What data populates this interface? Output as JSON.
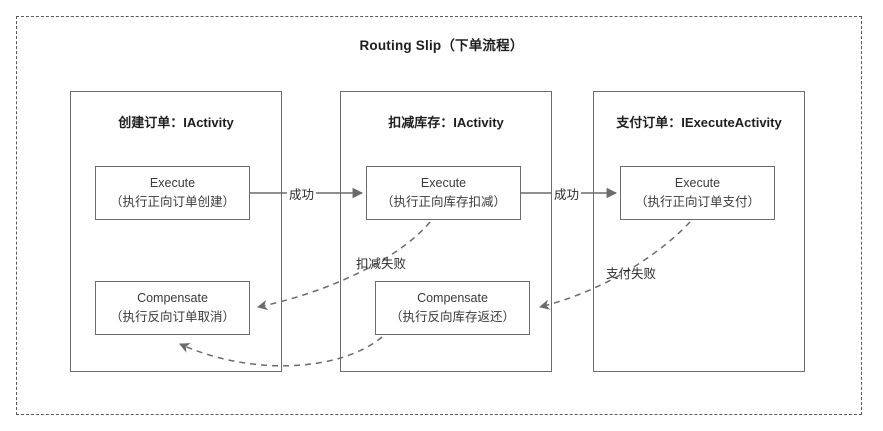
{
  "diagram": {
    "title": "Routing Slip（下单流程）",
    "type": "flow-diagram",
    "outer_border_style": "dashed",
    "colors": {
      "border": "#6b6b6b",
      "dashed_border": "#5a5a5a",
      "text": "#2b2b2b",
      "background": "#ffffff",
      "connector": "#6b6b6b"
    }
  },
  "activities": [
    {
      "id": "create-order",
      "title": "创建订单：IActivity",
      "execute": {
        "name": "Execute",
        "description": "（执行正向订单创建）"
      },
      "compensate": {
        "name": "Compensate",
        "description": "（执行反向订单取消）"
      }
    },
    {
      "id": "deduct-stock",
      "title": "扣减库存：IActivity",
      "execute": {
        "name": "Execute",
        "description": "（执行正向库存扣减）"
      },
      "compensate": {
        "name": "Compensate",
        "description": "（执行反向库存返还）"
      }
    },
    {
      "id": "pay-order",
      "title": "支付订单：IExecuteActivity",
      "execute": {
        "name": "Execute",
        "description": "（执行正向订单支付）"
      },
      "compensate": null
    }
  ],
  "edges": [
    {
      "id": "success-1",
      "label": "成功",
      "from": "create-order.execute",
      "to": "deduct-stock.execute",
      "style": "solid"
    },
    {
      "id": "success-2",
      "label": "成功",
      "from": "deduct-stock.execute",
      "to": "pay-order.execute",
      "style": "solid"
    },
    {
      "id": "deduct-failure",
      "label": "扣减失败",
      "from": "deduct-stock.execute",
      "to": "create-order.compensate",
      "style": "dashed"
    },
    {
      "id": "pay-failure",
      "label": "支付失败",
      "from": "pay-order.execute",
      "to": "deduct-stock.compensate",
      "style": "dashed"
    },
    {
      "id": "compensate-chain",
      "label": "",
      "from": "deduct-stock.compensate",
      "to": "create-order.compensate",
      "style": "dashed"
    }
  ]
}
